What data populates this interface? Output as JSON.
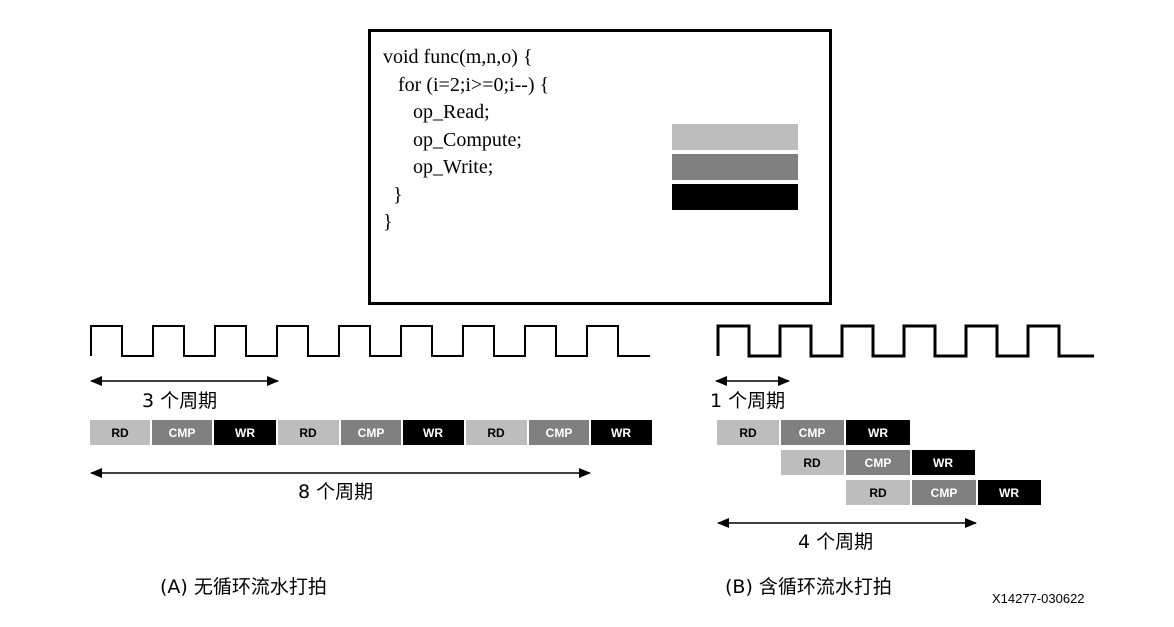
{
  "code": {
    "lines": [
      "void func(m,n,o) {",
      "   for (i=2;i>=0;i--) {",
      "      op_Read;",
      "      op_Compute;",
      "      op_Write;",
      "",
      "  }",
      "}"
    ],
    "legend_colors": [
      "#bdbdbd",
      "#808080",
      "#000000"
    ]
  },
  "panel_a": {
    "label": "(A) 无循环流水打拍",
    "cycle_label": "3 个周期",
    "total_label": "8 个周期",
    "blocks": [
      "RD",
      "CMP",
      "WR",
      "RD",
      "CMP",
      "WR",
      "RD",
      "CMP",
      "WR"
    ]
  },
  "panel_b": {
    "label": "(B) 含循环流水打拍",
    "cycle_label": "1 个周期",
    "total_label": "4 个周期",
    "rows": [
      [
        "RD",
        "CMP",
        "WR"
      ],
      [
        "RD",
        "CMP",
        "WR"
      ],
      [
        "RD",
        "CMP",
        "WR"
      ]
    ]
  },
  "figure_id": "X14277-030622",
  "colors": {
    "rd": "#bdbdbd",
    "cmp": "#808080",
    "wr": "#000000"
  }
}
